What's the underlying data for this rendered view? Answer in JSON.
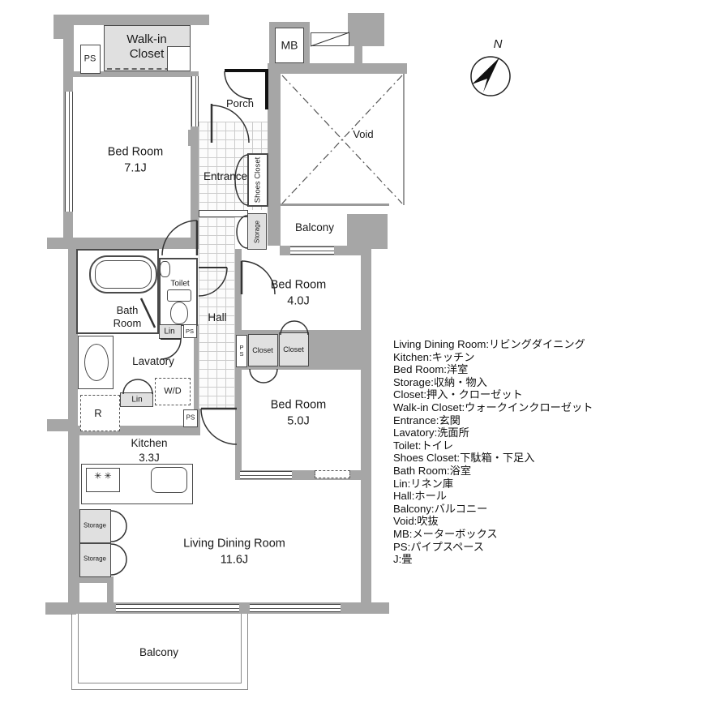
{
  "compass": {
    "north_label": "N"
  },
  "rooms": {
    "ps_top_left": "PS",
    "walk_in_closet": [
      "Walk-in",
      "Closet"
    ],
    "mb": "MB",
    "porch": "Porch",
    "void": "Void",
    "bed_room_1": [
      "Bed Room",
      "7.1J"
    ],
    "entrance": "Entrance",
    "shoes_closet": "Shoes Closet",
    "storage_entrance": "Storage",
    "balcony_upper": "Balcony",
    "bed_room_2": [
      "Bed Room",
      "4.0J"
    ],
    "toilet": "Toilet",
    "bath_room": [
      "Bath",
      "Room"
    ],
    "hall": "Hall",
    "lin_upper": "Lin",
    "ps_upper": "PS",
    "ps_shaft": "PS",
    "closet_left": "Closet",
    "closet_right": "Closet",
    "lavatory": "Lavatory",
    "washer_dryer": "W/D",
    "lin_lower": "Lin",
    "refrigerator": "R",
    "ps_lower": "PS",
    "bed_room_3": [
      "Bed Room",
      "5.0J"
    ],
    "kitchen": [
      "Kitchen",
      "3.3J"
    ],
    "storage_1": "Storage",
    "storage_2": "Storage",
    "living_dining_room": [
      "Living Dining Room",
      "11.6J"
    ],
    "balcony_lower": "Balcony",
    "stove_burners": "✳ ✳"
  },
  "legend": [
    "Living Dining Room:リビングダイニング",
    "Kitchen:キッチン",
    "Bed Room:洋室",
    "Storage:収納・物入",
    "Closet:押入・クローゼット",
    "Walk-in Closet:ウォークインクローゼット",
    "Entrance:玄関",
    "Lavatory:洗面所",
    "Toilet:トイレ",
    "Shoes Closet:下駄箱・下足入",
    "Bath Room:浴室",
    "Lin:リネン庫",
    "Hall:ホール",
    "Balcony:バルコニー",
    "Void:吹抜",
    "MB:メーターボックス",
    "PS:パイプスペース",
    "J:畳"
  ],
  "colors": {
    "wall": "#a6a6a6",
    "closet_fill": "#e0e0e0",
    "outline": "#4a4a4a"
  }
}
